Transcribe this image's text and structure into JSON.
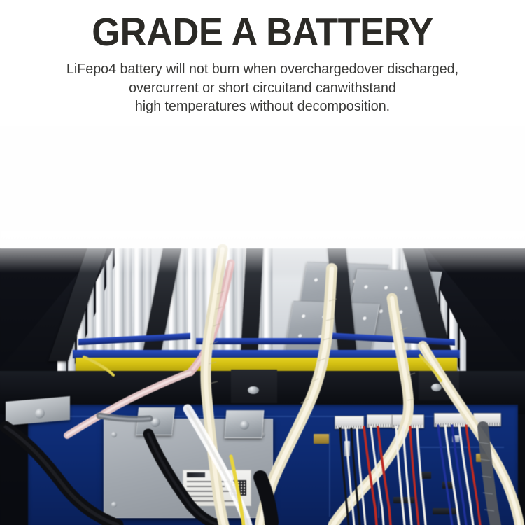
{
  "banner": {
    "headline": "GRADE A BATTERY",
    "subcopy_lines": [
      "LiFepo4 battery will not burn when overchargedover discharged,",
      "overcurrent or short circuitand canwithstand",
      "high temperatures without decomposition."
    ],
    "colors": {
      "background": "#ffffff",
      "headline_text": "#2b2a26",
      "body_text": "#3a3a38"
    }
  },
  "photo": {
    "subject": "lifepo4-battery-pack-internals",
    "colors": {
      "enclosure_dark": "#0c0e14",
      "busbar_silver": "#e4e7ea",
      "insulation_yellow": "#d3bf12",
      "cell_blue": "#1b3695",
      "pcb_blue": "#0d2a70",
      "module_silver": "#a2a8af",
      "wire_red": "#c0271f",
      "wire_white": "#f2f1ec",
      "wire_black": "#121316",
      "wire_blue": "#23379c",
      "wire_pink": "#e7bfc0",
      "sleeve_cream": "#ece5c8"
    },
    "parts": {
      "cell_array": "prismatic-cell-busbar-array",
      "insulation_band": "yellow-insulation-band",
      "bms_board": "blue-bms-circuit-board",
      "shunt_module": "silver-contactor-module",
      "module_label": "spec-label-with-qr-code",
      "harnesses": "voltage-sense-wire-harness",
      "power_cables": "black-power-cables",
      "bracket": "silver-mounting-bracket"
    }
  }
}
